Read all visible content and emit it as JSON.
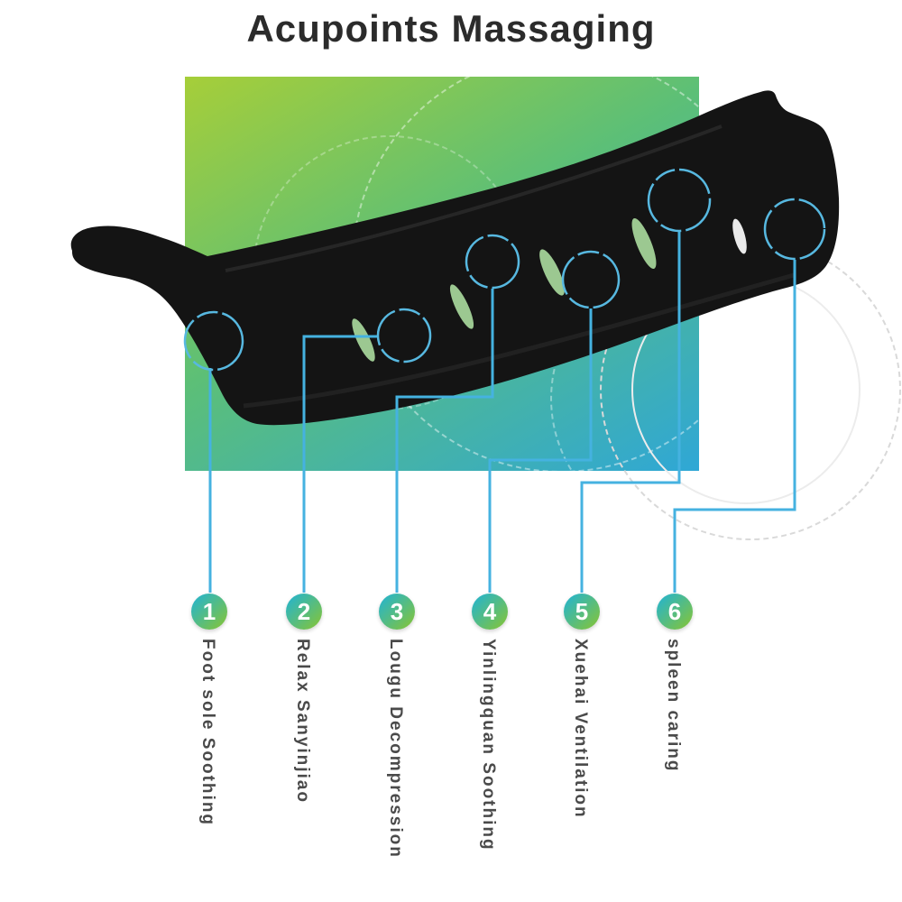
{
  "title": "Acupoints Massaging",
  "points": [
    {
      "number": "1",
      "label": "Foot sole Soothing"
    },
    {
      "number": "2",
      "label": "Relax Sanyinjiao"
    },
    {
      "number": "3",
      "label": "Lougu Decompression"
    },
    {
      "number": "4",
      "label": "Yinlingquan Soothing"
    },
    {
      "number": "5",
      "label": "Xuehai Ventilation"
    },
    {
      "number": "6",
      "label": "spleen caring"
    }
  ],
  "colors": {
    "connector_line": "#45b2e0",
    "acupoint_ring": "#57b8e0",
    "badge_gradient_start": "#2ab5c6",
    "badge_gradient_end": "#7ec342",
    "background_green": "#a6ce39",
    "background_blue": "#2fa7d6",
    "label_text": "#4a4a4a",
    "title_text": "#2b2b2b"
  }
}
